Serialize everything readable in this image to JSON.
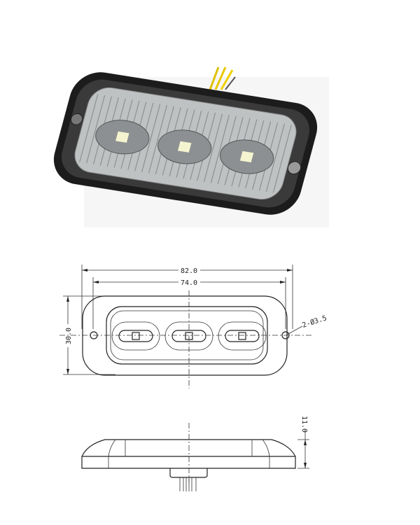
{
  "product_photo": {
    "alt_subject": "led-light-module",
    "led_count": 3,
    "housing_color": "#1c1c1c",
    "wire_color": "#e8c400"
  },
  "top_view": {
    "overall_length": "82.0",
    "hole_spacing": "74.0",
    "height": "30.0",
    "hole_callout": "2-Ø3.5"
  },
  "side_view": {
    "thickness": "11.0"
  }
}
